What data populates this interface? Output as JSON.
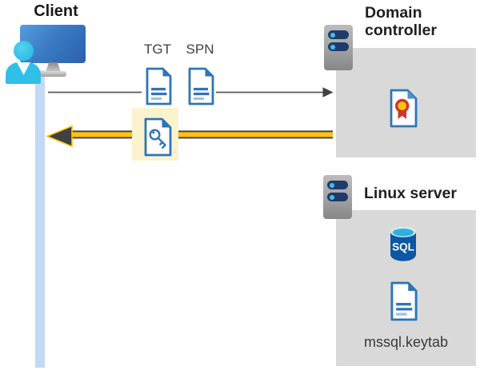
{
  "client": {
    "label": "Client"
  },
  "request_arrow": {
    "direction": "client-to-domain-controller",
    "tickets": {
      "tgt": "TGT",
      "spn": "SPN"
    }
  },
  "response_arrow": {
    "direction": "domain-controller-to-client",
    "payload": "key-ticket"
  },
  "domain_controller": {
    "title": "Domain controller"
  },
  "linux_server": {
    "title": "Linux server",
    "database_label": "SQL",
    "keytab_label": "mssql.keytab"
  },
  "colors": {
    "request_arrow_gray": "#58595B",
    "response_arrow_yellow": "#FFC20E",
    "response_highlight": "#FBF3CE",
    "icon_blue": "#2E75B6",
    "icon_light_blue": "#9DC3E6",
    "lifeline_blue": "#C3D9F5",
    "box_gray": "#D9D9D9",
    "server_slot_navy": "#1E3C6B",
    "server_dot_cyan": "#41C0E8",
    "sql_body_blue": "#0D57A5",
    "sql_top_cyan": "#2FB1E0",
    "certificate_red": "#D0342C",
    "certificate_yellow": "#FFC508",
    "person_cyan": "#2FBFE7"
  }
}
